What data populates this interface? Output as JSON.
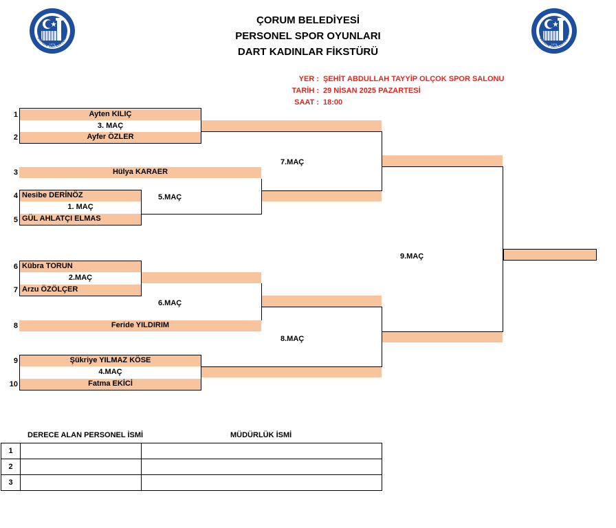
{
  "header": {
    "line1": "ÇORUM BELEDİYESİ",
    "line2": "PERSONEL SPOR OYUNLARI",
    "line3": "DART KADINLAR FİKSTÜRÜ",
    "logo_text": "ÇORUM BELEDİYESİ",
    "logo_year": "1874"
  },
  "info": {
    "place_label": "YER :",
    "place_value": "ŞEHİT ABDULLAH TAYYİP OLÇOK SPOR SALONU",
    "date_label": "TARİH :",
    "date_value": "29 NİSAN 2025 PAZARTESİ",
    "time_label": "SAAT :",
    "time_value": "18:00"
  },
  "players": [
    {
      "num": "1",
      "name": "Ayten KILIÇ"
    },
    {
      "num": "2",
      "name": "Ayfer ÖZLER"
    },
    {
      "num": "3",
      "name": "Hülya KARAER"
    },
    {
      "num": "4",
      "name": "Nesibe DERİNÖZ"
    },
    {
      "num": "5",
      "name": "GÜL AHLATÇI ELMAS"
    },
    {
      "num": "6",
      "name": "Kübra TORUN"
    },
    {
      "num": "7",
      "name": "Arzu ÖZÖLÇER"
    },
    {
      "num": "8",
      "name": "Feride YILDIRIM"
    },
    {
      "num": "9",
      "name": "Şükriye YILMAZ KÖSE"
    },
    {
      "num": "10",
      "name": "Fatma EKİCİ"
    }
  ],
  "matches": {
    "m1": "1. MAÇ",
    "m2": "2.MAÇ",
    "m3": "3. MAÇ",
    "m4": "4.MAÇ",
    "m5": "5.MAÇ",
    "m6": "6.MAÇ",
    "m7": "7.MAÇ",
    "m8": "8.MAÇ",
    "m9": "9.MAÇ"
  },
  "results": {
    "header_person": "DERECE ALAN PERSONEL İSMİ",
    "header_dept": "MÜDÜRLÜK İSMİ",
    "rows": [
      {
        "rank": "1",
        "person": "",
        "dept": ""
      },
      {
        "rank": "2",
        "person": "",
        "dept": ""
      },
      {
        "rank": "3",
        "person": "",
        "dept": ""
      }
    ]
  },
  "colors": {
    "accent_orange": "#f8c49d",
    "info_red": "#e8231c",
    "logo_blue": "#1d4f9e"
  }
}
